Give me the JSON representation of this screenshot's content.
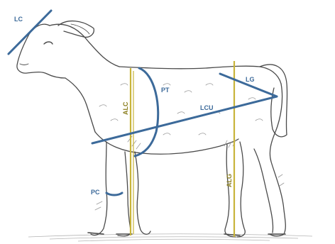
{
  "labels": {
    "lc": "LC",
    "pt": "PT",
    "lg": "LG",
    "alc": "ALC",
    "lcu": "LCU",
    "alg": "ALG",
    "pc": "PC"
  },
  "colors": {
    "measure_line": "#3c6a9a",
    "height_line": "#c8b43a",
    "label_blue": "#3c6a9a",
    "label_olive": "#8a7d1c",
    "sketch": "#4a4a4a",
    "shade": "#9a9a9a"
  }
}
